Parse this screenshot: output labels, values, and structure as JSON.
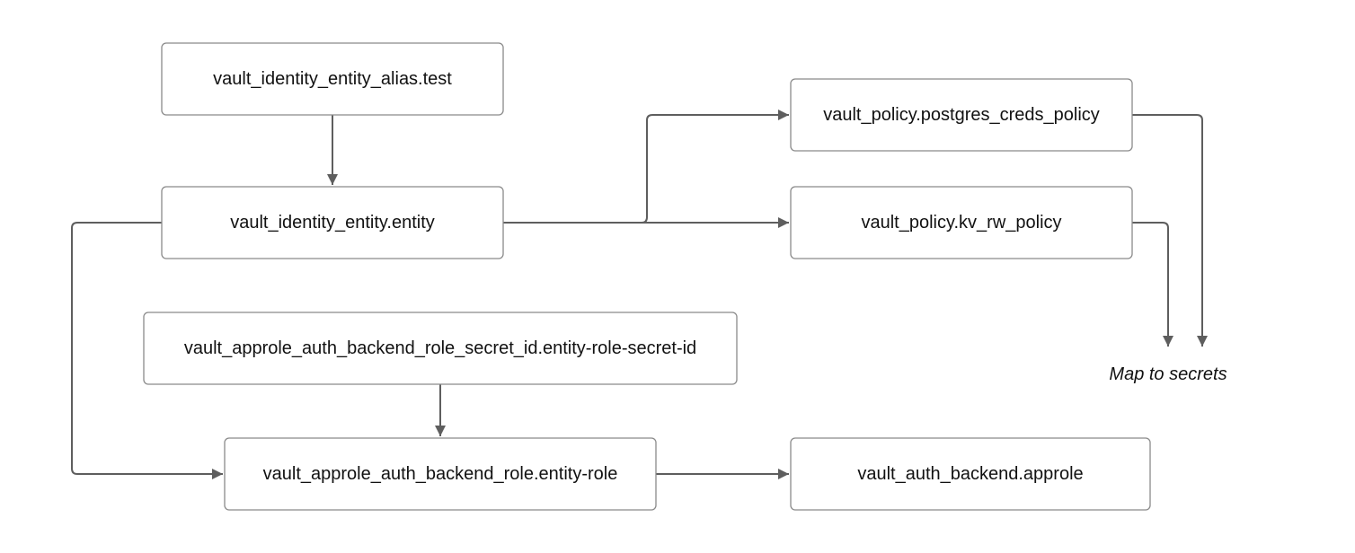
{
  "nodes": {
    "entity_alias": "vault_identity_entity_alias.test",
    "entity": "vault_identity_entity.entity",
    "postgres_policy": "vault_policy.postgres_creds_policy",
    "kv_policy": "vault_policy.kv_rw_policy",
    "secret_id": "vault_approle_auth_backend_role_secret_id.entity-role-secret-id",
    "entity_role": "vault_approle_auth_backend_role.entity-role",
    "approle": "vault_auth_backend.approle"
  },
  "annotation": "Map to secrets",
  "colors": {
    "edge": "#5e5e5e",
    "box_border": "#8a8a8a",
    "text": "#111111"
  }
}
